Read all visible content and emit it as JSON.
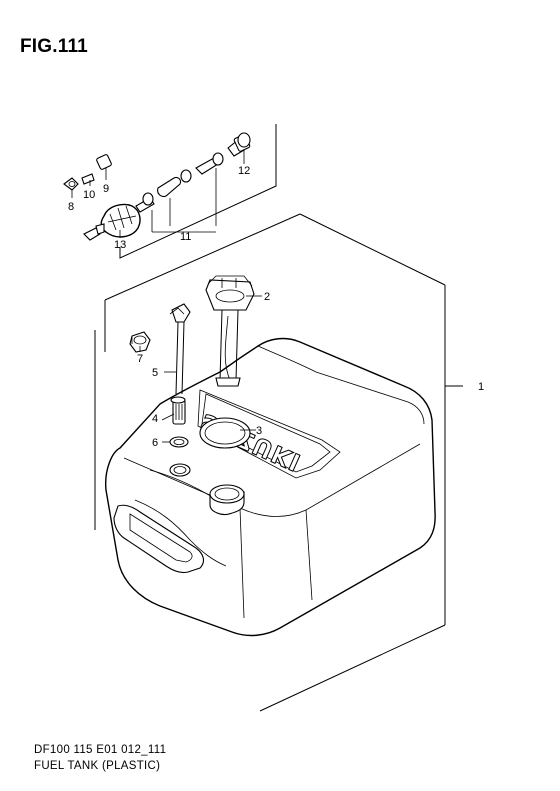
{
  "figure": {
    "title": "FIG.111",
    "code": "DF100 115 E01 012_111",
    "caption": "FUEL TANK (PLASTIC)"
  },
  "tank_brand": "SUZUKI",
  "callouts": [
    {
      "id": "1",
      "label": "1"
    },
    {
      "id": "2",
      "label": "2"
    },
    {
      "id": "3",
      "label": "3"
    },
    {
      "id": "4",
      "label": "4"
    },
    {
      "id": "5",
      "label": "5"
    },
    {
      "id": "6",
      "label": "6"
    },
    {
      "id": "7",
      "label": "7"
    },
    {
      "id": "8",
      "label": "8"
    },
    {
      "id": "9",
      "label": "9"
    },
    {
      "id": "10",
      "label": "10"
    },
    {
      "id": "11",
      "label": "11"
    },
    {
      "id": "12",
      "label": "12"
    },
    {
      "id": "13",
      "label": "13"
    }
  ]
}
